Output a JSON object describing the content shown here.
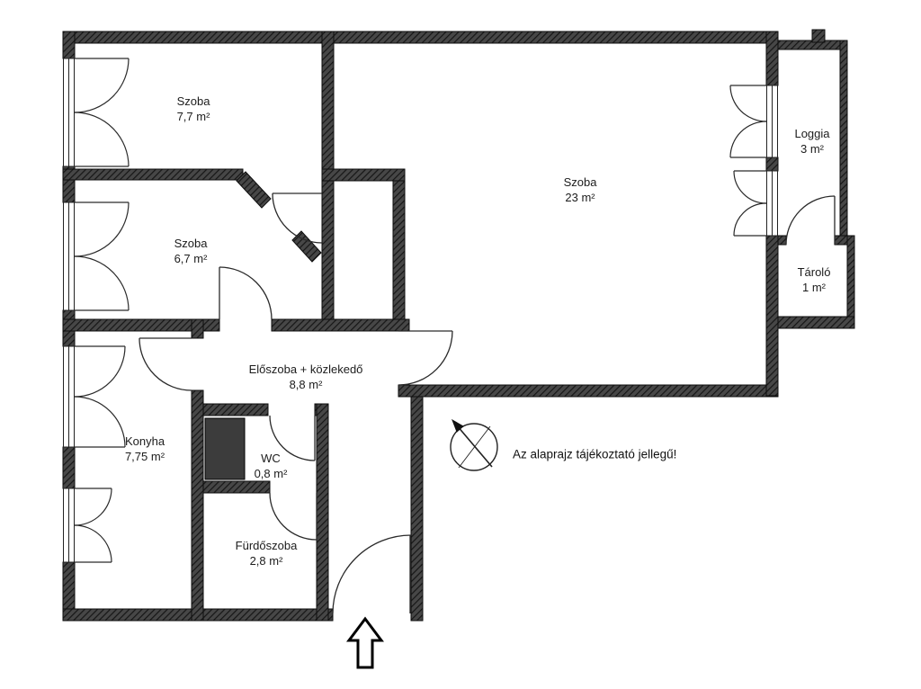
{
  "plan": {
    "rooms": [
      {
        "name": "Szoba",
        "area": "7,7 m²"
      },
      {
        "name": "Szoba",
        "area": "6,7 m²"
      },
      {
        "name": "Szoba",
        "area": "23 m²"
      },
      {
        "name": "Loggia",
        "area": "3 m²"
      },
      {
        "name": "Tároló",
        "area": "1 m²"
      },
      {
        "name": "Előszoba + közlekedő",
        "area": "8,8 m²"
      },
      {
        "name": "Konyha",
        "area": "7,75 m²"
      },
      {
        "name": "WC",
        "area": "0,8 m²"
      },
      {
        "name": "Fürdőszoba",
        "area": "2,8 m²"
      }
    ],
    "note": "Az alaprajz tájékoztató jellegű!",
    "colors": {
      "wall": "#474747",
      "wall_hatch": "#161616",
      "shaft": "#3c3c3c",
      "line": "#2a2a2a",
      "background": "#ffffff"
    }
  }
}
